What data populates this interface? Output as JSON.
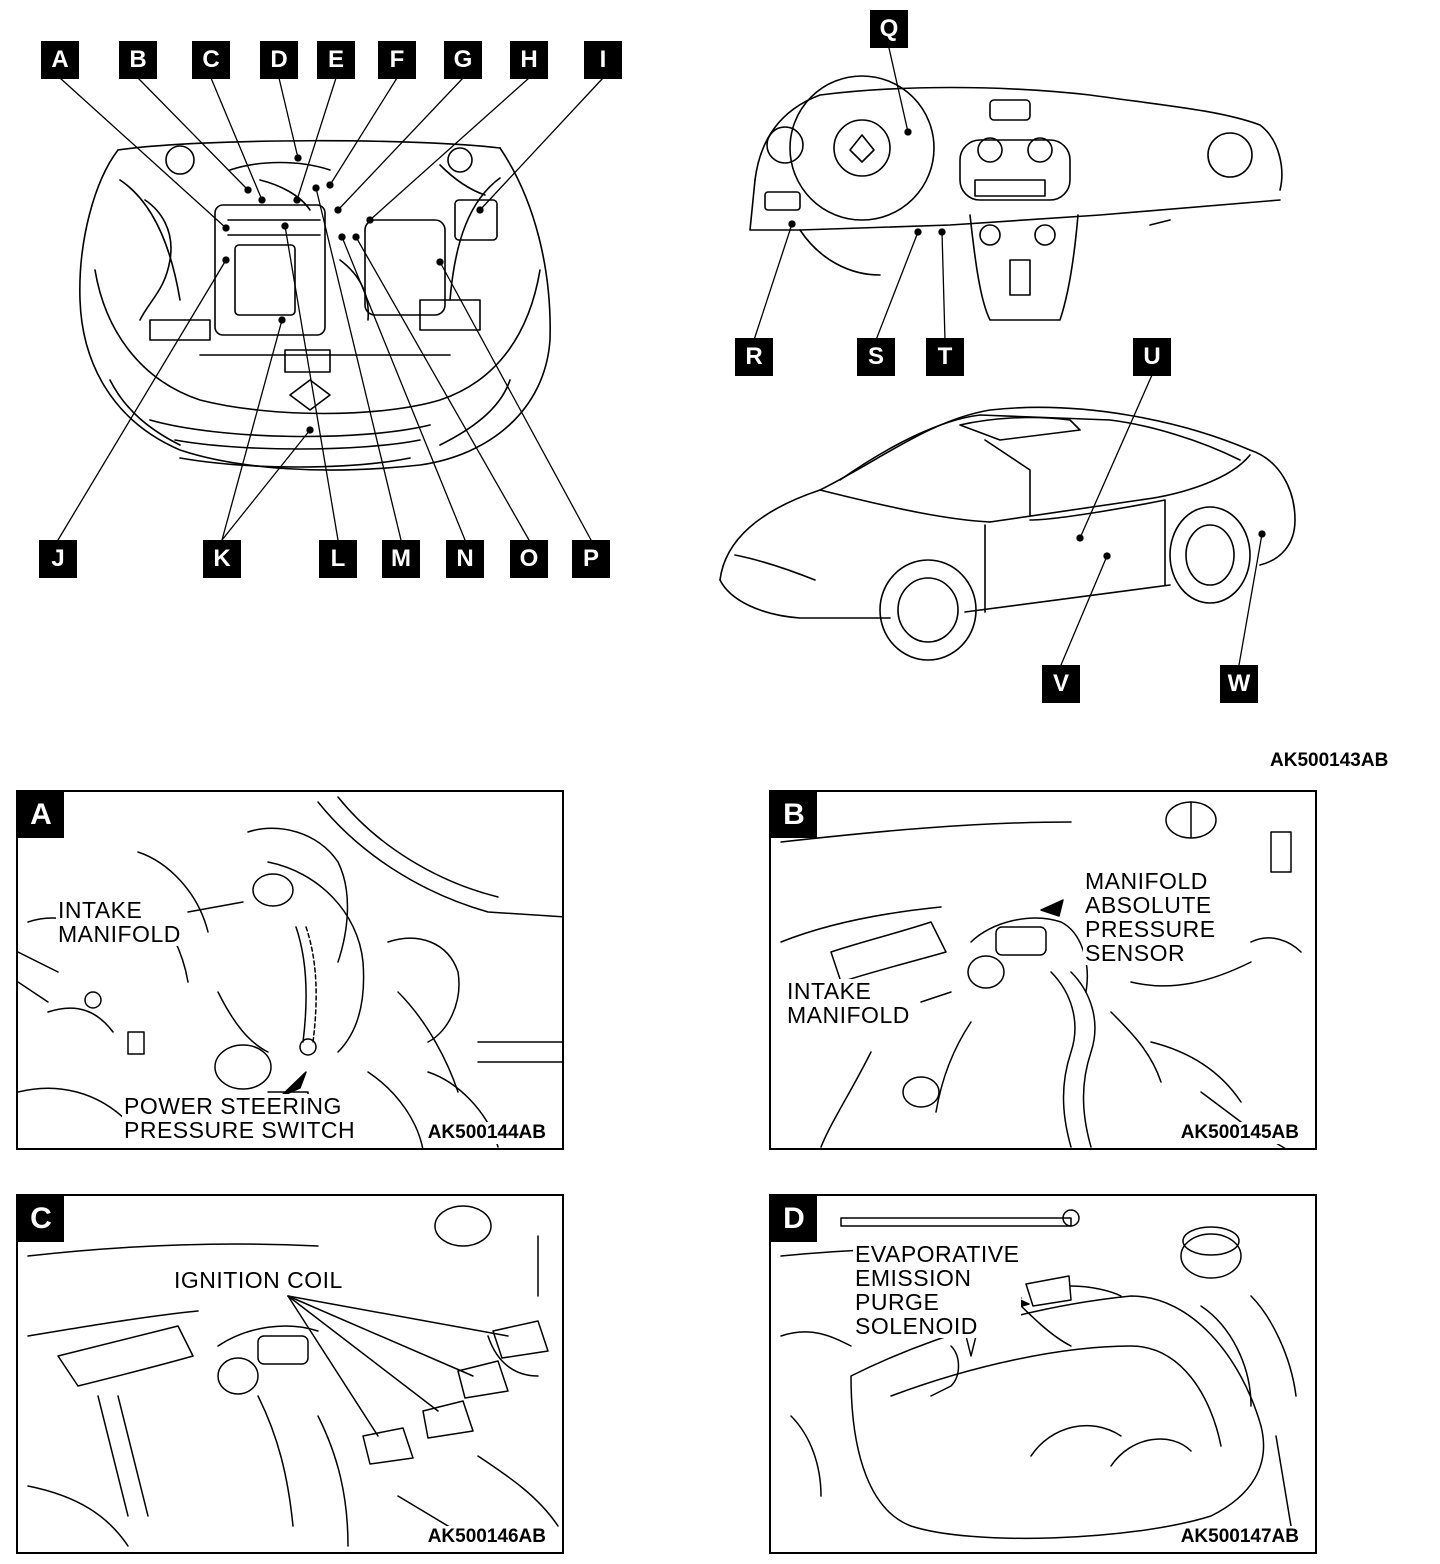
{
  "overview": {
    "callouts": [
      "A",
      "B",
      "C",
      "D",
      "E",
      "F",
      "G",
      "H",
      "I",
      "J",
      "K",
      "L",
      "M",
      "N",
      "O",
      "P",
      "Q",
      "R",
      "S",
      "T",
      "U",
      "V",
      "W"
    ],
    "figure_code": "AK500143AB"
  },
  "details": {
    "a": {
      "label": "A",
      "captions": [
        "INTAKE\nMANIFOLD",
        "POWER STEERING\nPRESSURE SWITCH"
      ],
      "code": "AK500144AB"
    },
    "b": {
      "label": "B",
      "captions": [
        "MANIFOLD\nABSOLUTE\nPRESSURE\nSENSOR",
        "INTAKE\nMANIFOLD"
      ],
      "code": "AK500145AB"
    },
    "c": {
      "label": "C",
      "captions": [
        "IGNITION COIL"
      ],
      "code": "AK500146AB"
    },
    "d": {
      "label": "D",
      "captions": [
        "EVAPORATIVE\nEMISSION\nPURGE\nSOLENOID"
      ],
      "code": "AK500147AB"
    }
  }
}
